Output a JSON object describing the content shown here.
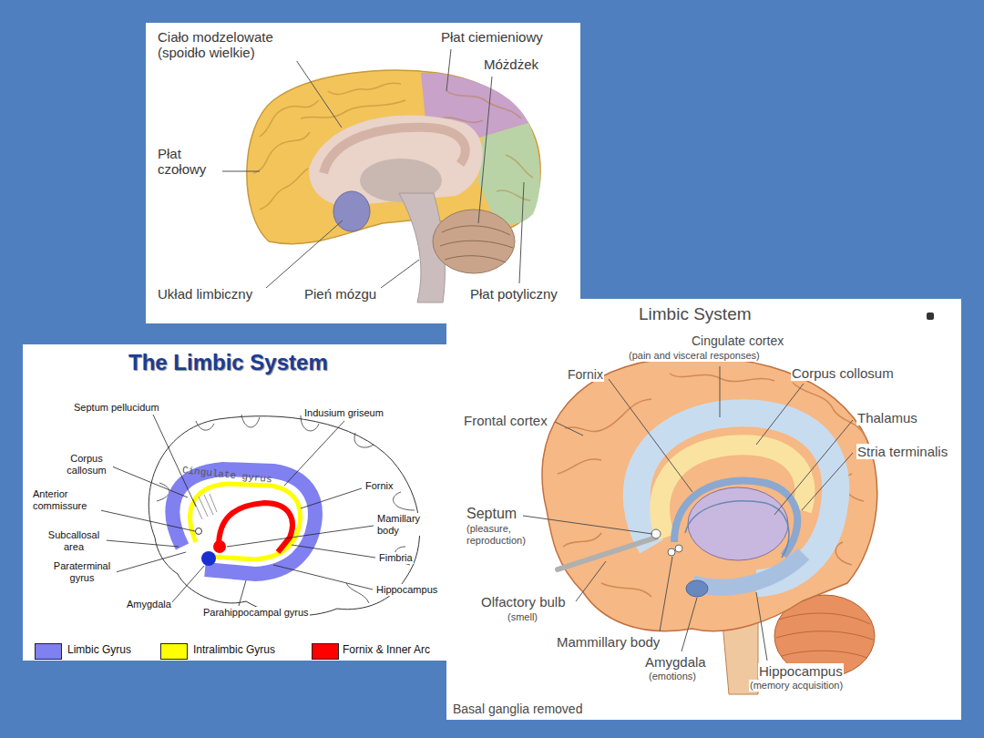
{
  "diagram": {
    "labels": [
      "Ciało modzelowate (spoidło wielkie)",
      "Płat ciemieniowy",
      "Móżdżek",
      "Płat czołowy",
      "Układ limbiczny",
      "Pień mózgu",
      "Płat potyliczny",
      "The Limbic System",
      "Septum pellucidum",
      "Indusium griseum",
      "Corpus callosum",
      "Anterior commissure",
      "Fornix",
      "Mamillary body",
      "Subcallosal area",
      "Fimbria",
      "Paraterminal gyrus",
      "Hippocampus",
      "Amygdala",
      "Parahippocampal gyrus",
      "Cingulate gyrus",
      "Limbic System",
      "Cingulate cortex",
      "(pain and visceral responses)",
      "Fornix",
      "Corpus collosum",
      "Frontal cortex",
      "Thalamus",
      "Stria terminalis",
      "Septum",
      "(pleasure, reproduction)",
      "Olfactory bulb",
      "(smell)",
      "Mammillary body",
      "Amygdala",
      "(emotions)",
      "Hippocampus",
      "(memory acquisition)",
      "Basal ganglia removed"
    ],
    "legend": [
      {
        "text": "Limbic Gyrus",
        "color": "#8080f0"
      },
      {
        "text": "Intralimbic Gyrus",
        "color": "#ffff00"
      },
      {
        "text": "Fornix & Inner Arc",
        "color": "#ff0000"
      }
    ]
  }
}
